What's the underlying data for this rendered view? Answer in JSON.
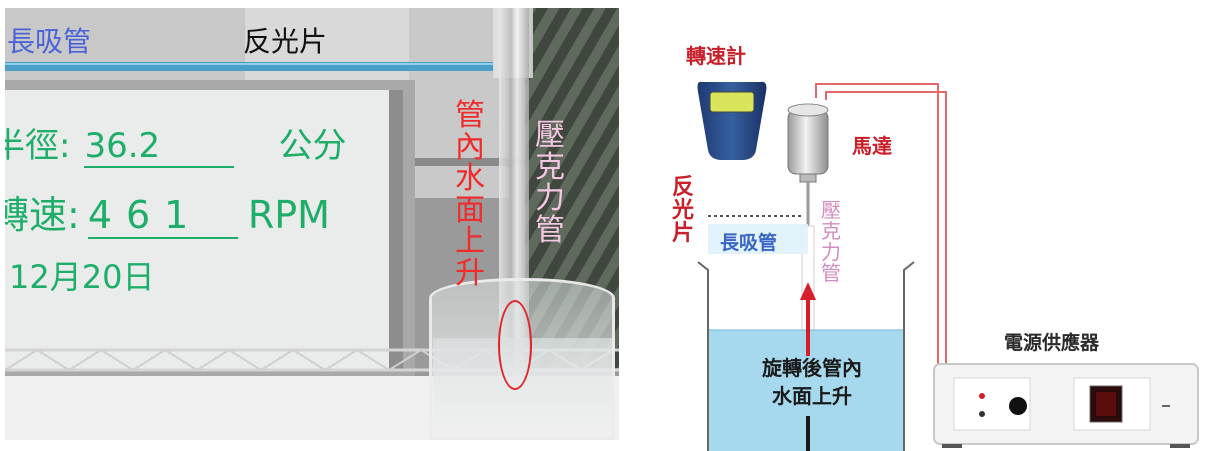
{
  "photo": {
    "labels": {
      "long_straw": "長吸管",
      "reflector": "反光片",
      "water_rise_vertical": [
        "管",
        "內",
        "水",
        "面",
        "上",
        "升"
      ],
      "acrylic_tube_vertical": [
        "壓",
        "克",
        "力",
        "管"
      ]
    },
    "whiteboard": {
      "radius_label": "半徑:",
      "radius_value": "36.2",
      "radius_unit": "公分",
      "speed_label": "轉速:",
      "speed_value": "461",
      "speed_unit": "RPM",
      "date": "12月20日"
    }
  },
  "diagram": {
    "tachometer": "轉速計",
    "motor": "馬達",
    "reflector_vertical": [
      "反",
      "光",
      "片"
    ],
    "long_straw": "長吸管",
    "acrylic_tube_vertical": [
      "壓",
      "克",
      "力",
      "管"
    ],
    "water_caption_line1": "旋轉後管內",
    "water_caption_line2": "水面上升",
    "power_supply": "電源供應器",
    "colors": {
      "red_label": "#c8202a",
      "straw_blue": "#3a66c4",
      "acrylic_pink": "#d58bc0",
      "water": "#a7d9ee",
      "wire": "#e46a6a"
    }
  }
}
